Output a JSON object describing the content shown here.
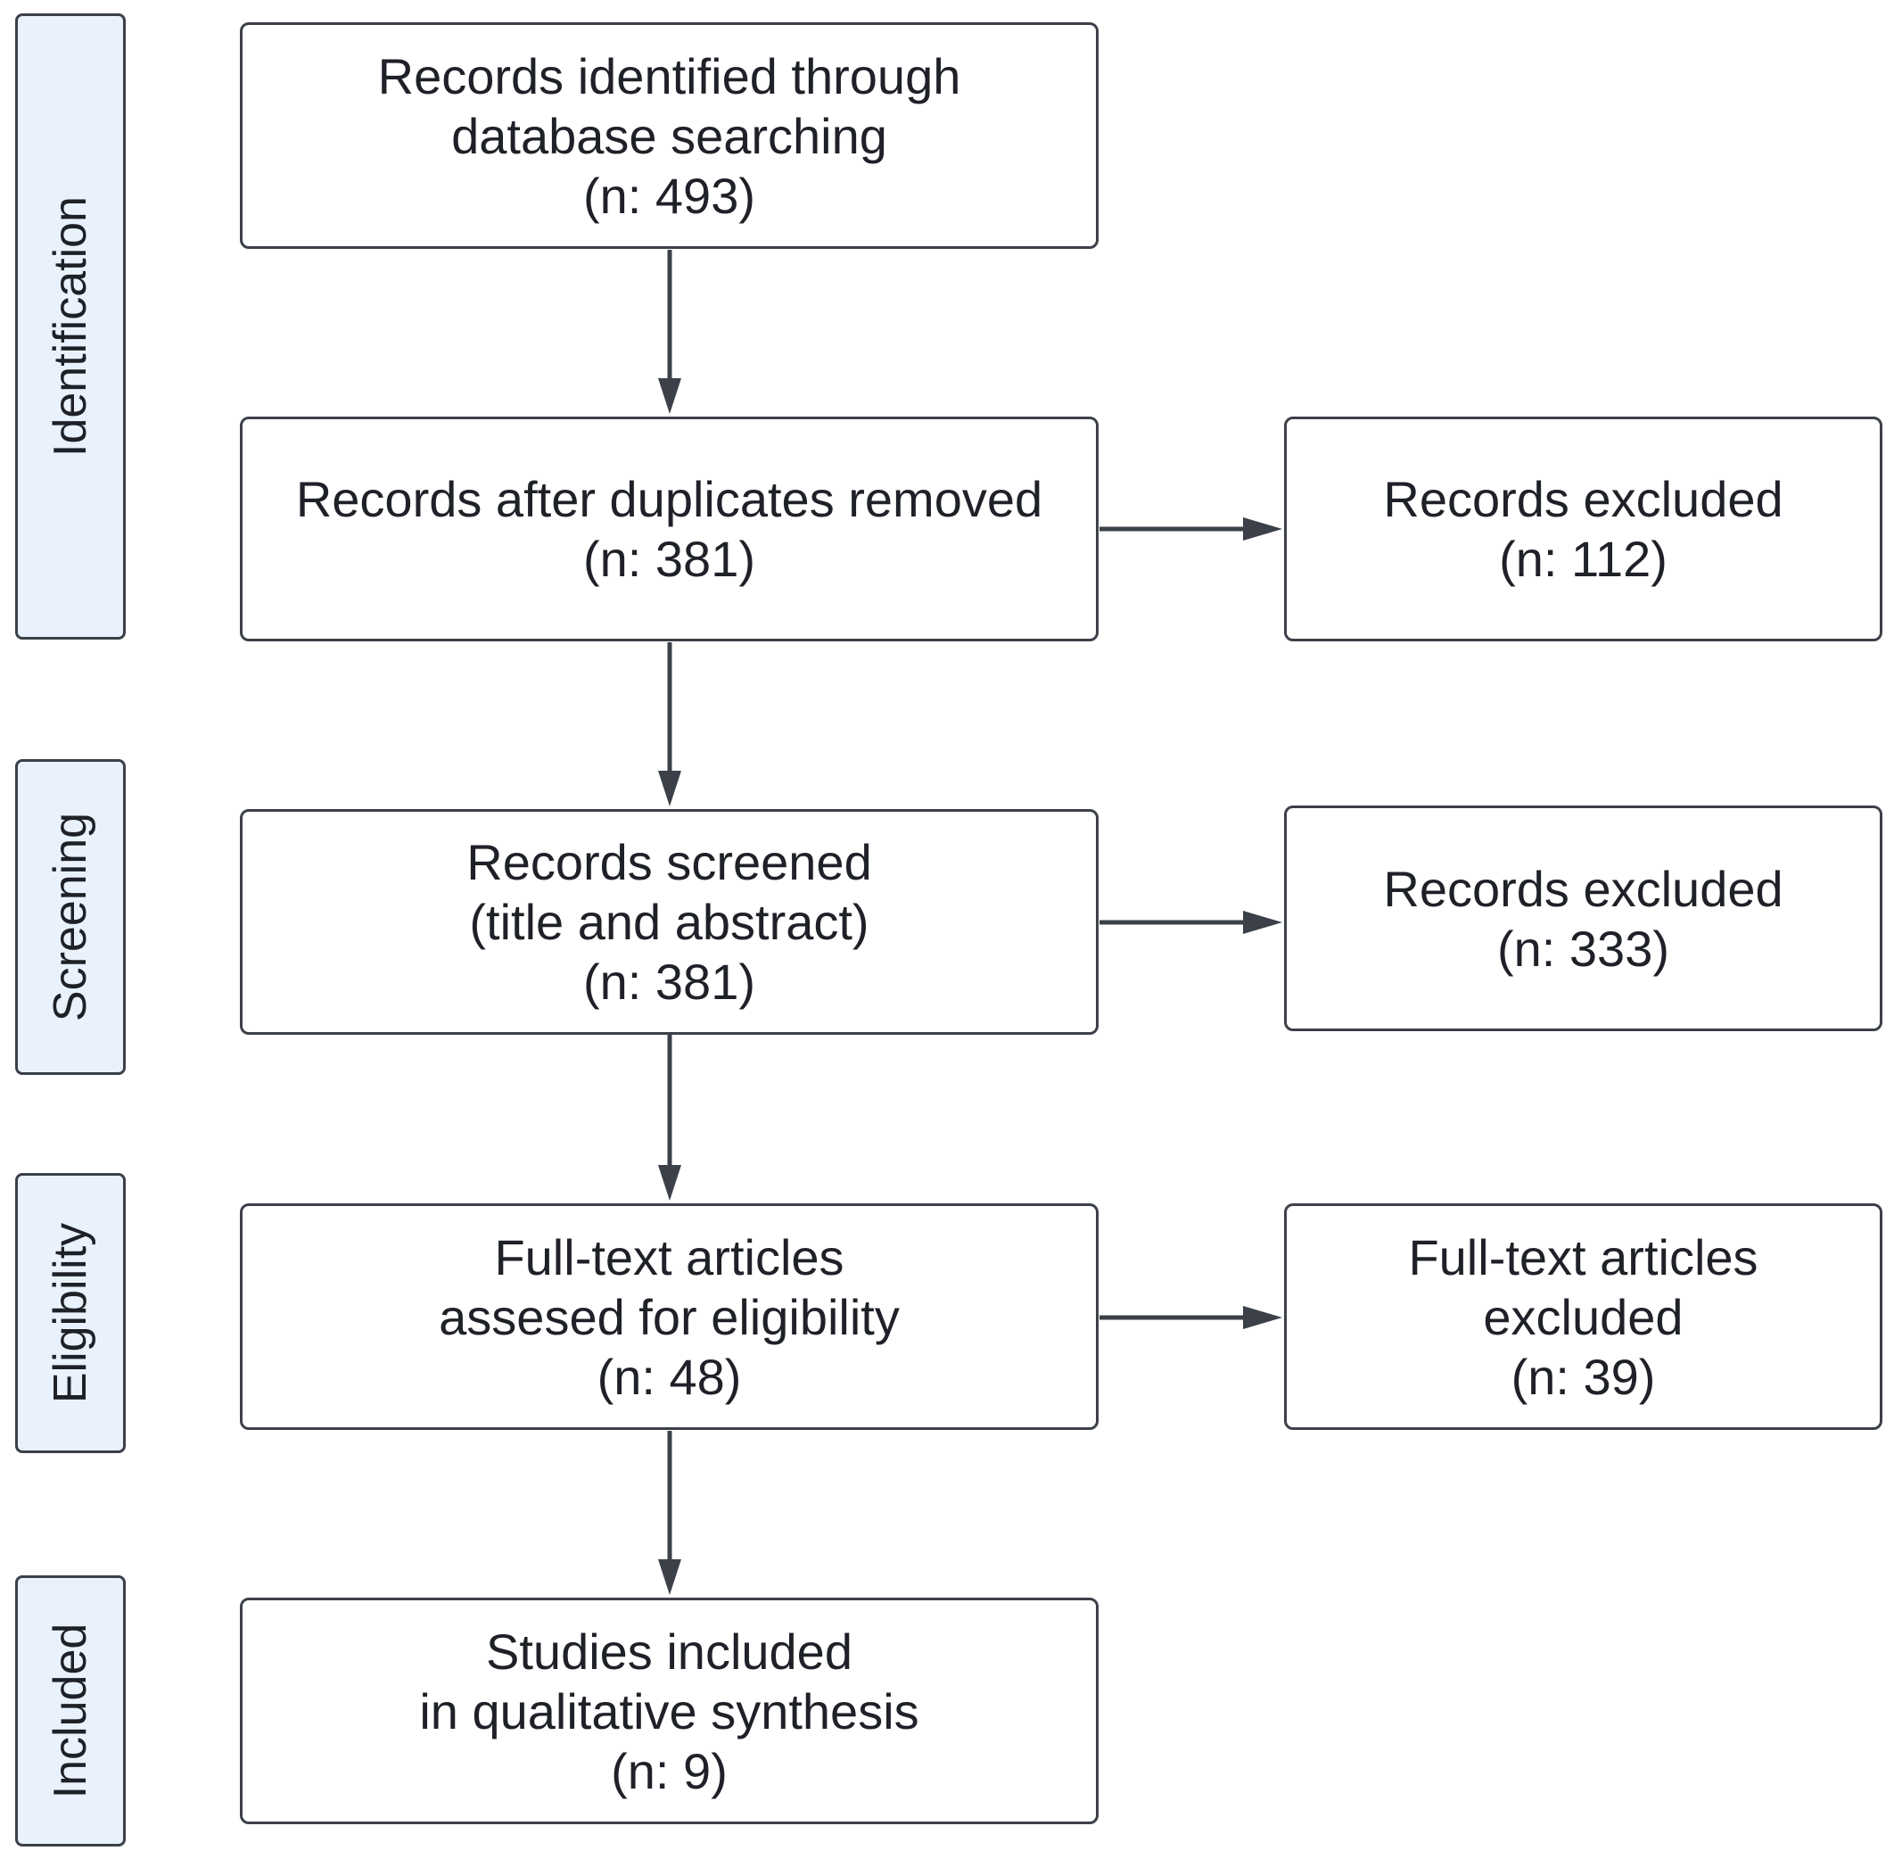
{
  "stages": {
    "identification": "Identification",
    "screening": "Screening",
    "eligibility": "Eligibility",
    "included": "Included"
  },
  "boxes": {
    "identified": {
      "line1": "Records identified through",
      "line2": "database searching",
      "count": "(n: 493)"
    },
    "after_duplicates": {
      "line1": "Records after duplicates removed",
      "count": "(n: 381)"
    },
    "excluded_duplicates": {
      "line1": "Records excluded",
      "count": "(n: 112)"
    },
    "screened": {
      "line1": "Records screened",
      "line2": "(title and abstract)",
      "count": "(n: 381)"
    },
    "excluded_screening": {
      "line1": "Records excluded",
      "count": "(n: 333)"
    },
    "fulltext_assessed": {
      "line1": "Full-text articles",
      "line2": "assesed for eligibility",
      "count": "(n: 48)"
    },
    "fulltext_excluded": {
      "line1": "Full-text articles",
      "line2": "excluded",
      "count": "(n: 39)"
    },
    "included": {
      "line1": "Studies included",
      "line2": "in qualitative synthesis",
      "count": "(n: 9)"
    }
  },
  "colors": {
    "stroke": "#3c4048",
    "stage_fill": "#e9f2fc",
    "box_fill": "#ffffff"
  }
}
